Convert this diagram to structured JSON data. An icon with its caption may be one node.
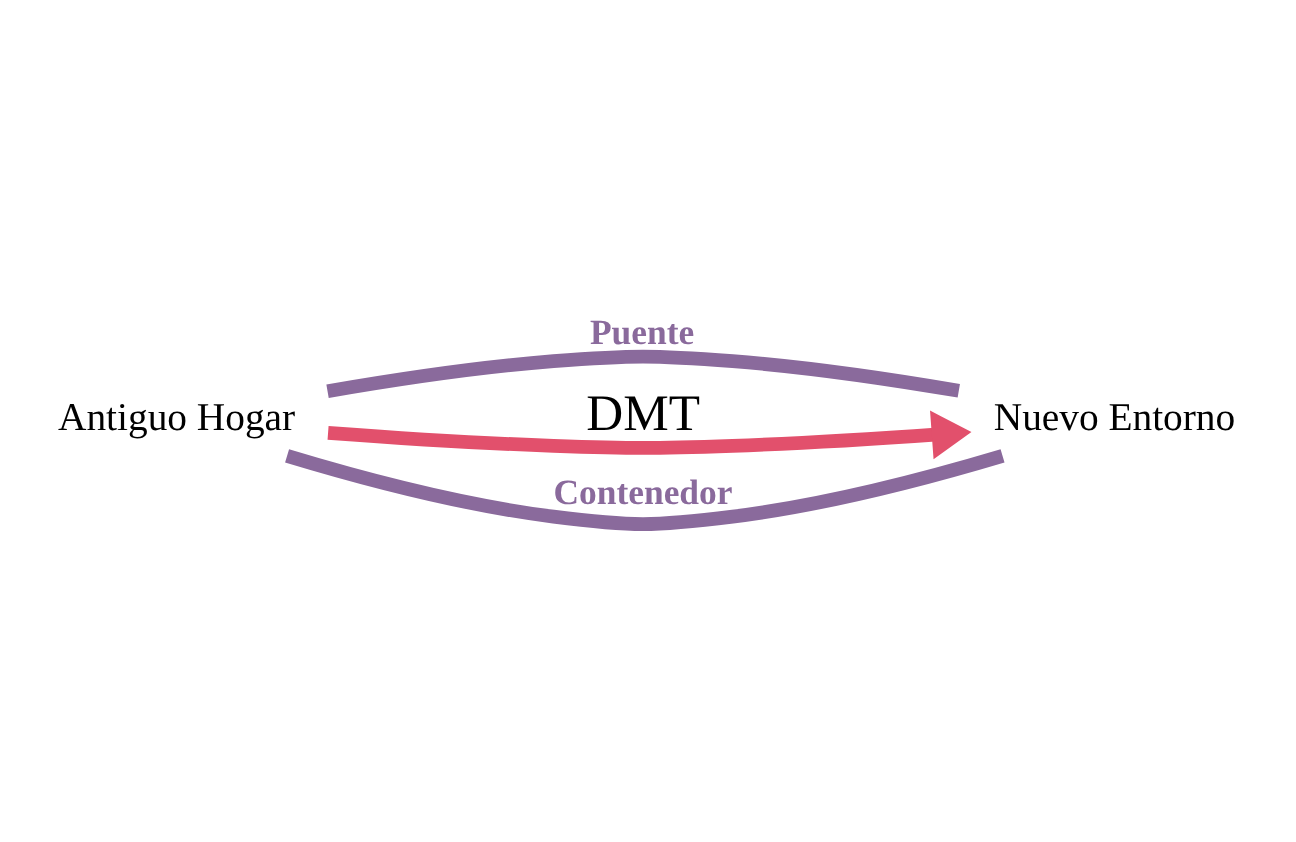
{
  "diagram": {
    "nodes": [
      {
        "text": [
          "Antiguo Hogar"
        ]
      },
      {
        "text": [
          "Nuevo Entorno"
        ]
      }
    ],
    "edges": [
      {
        "from": 0,
        "to": 1,
        "arrow": "none",
        "label": "Puente"
      },
      {
        "from": 0,
        "to": 1,
        "arrow": "to",
        "label": "DMT",
        "color": "#e2506c"
      },
      {
        "from": 0,
        "to": 1,
        "arrow": "none",
        "label": "Contenedor"
      }
    ]
  }
}
